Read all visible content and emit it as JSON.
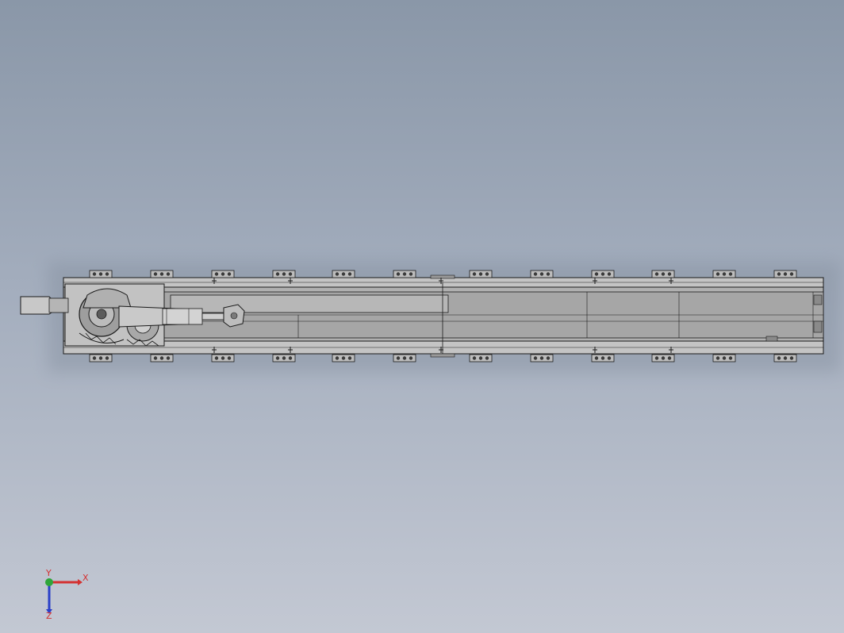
{
  "viewport": {
    "background_top": "#8a97a8",
    "background_bottom": "#c3c8d3"
  },
  "model": {
    "description_icon": "linear-track-robot-model",
    "line_color": "#1a1a1a",
    "fill_color": "#a9a9a9",
    "light_fill_color": "#c8c8c8"
  },
  "triad": {
    "x_label": "X",
    "y_label": "Y",
    "z_label": "Z",
    "x_color": "#d43030",
    "y_color": "#2fa53a",
    "z_color": "#2a3fc8"
  }
}
